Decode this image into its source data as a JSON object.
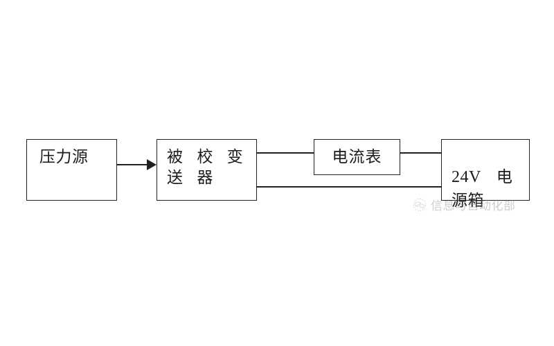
{
  "diagram": {
    "type": "block-diagram",
    "title": "",
    "background_color": "#ffffff",
    "line_color": "#231f20",
    "text_color": "#1b1b1b",
    "blocks": [
      {
        "id": "pressure-source",
        "label": "压力源"
      },
      {
        "id": "transmitter",
        "label": "被 校 变 送 器"
      },
      {
        "id": "ammeter",
        "label": "电流表"
      },
      {
        "id": "power-supply",
        "label_part1": "24V",
        "label_part2": "电",
        "label_part3": "源箱"
      }
    ],
    "connectors": [
      {
        "id": "arrow-pressure-to-transmitter",
        "from": "pressure-source",
        "to": "transmitter",
        "style": "arrow"
      },
      {
        "id": "wire-transmitter-to-ammeter",
        "from": "transmitter",
        "to": "ammeter",
        "style": "line"
      },
      {
        "id": "wire-ammeter-to-power",
        "from": "ammeter",
        "to": "power-supply",
        "style": "line"
      },
      {
        "id": "wire-power-to-transmitter",
        "from": "power-supply",
        "to": "transmitter",
        "style": "line"
      }
    ]
  },
  "watermark": {
    "text": "信息与自动化部",
    "logo_icon": "wechat-logo-icon",
    "color": "#8d8d8d"
  }
}
